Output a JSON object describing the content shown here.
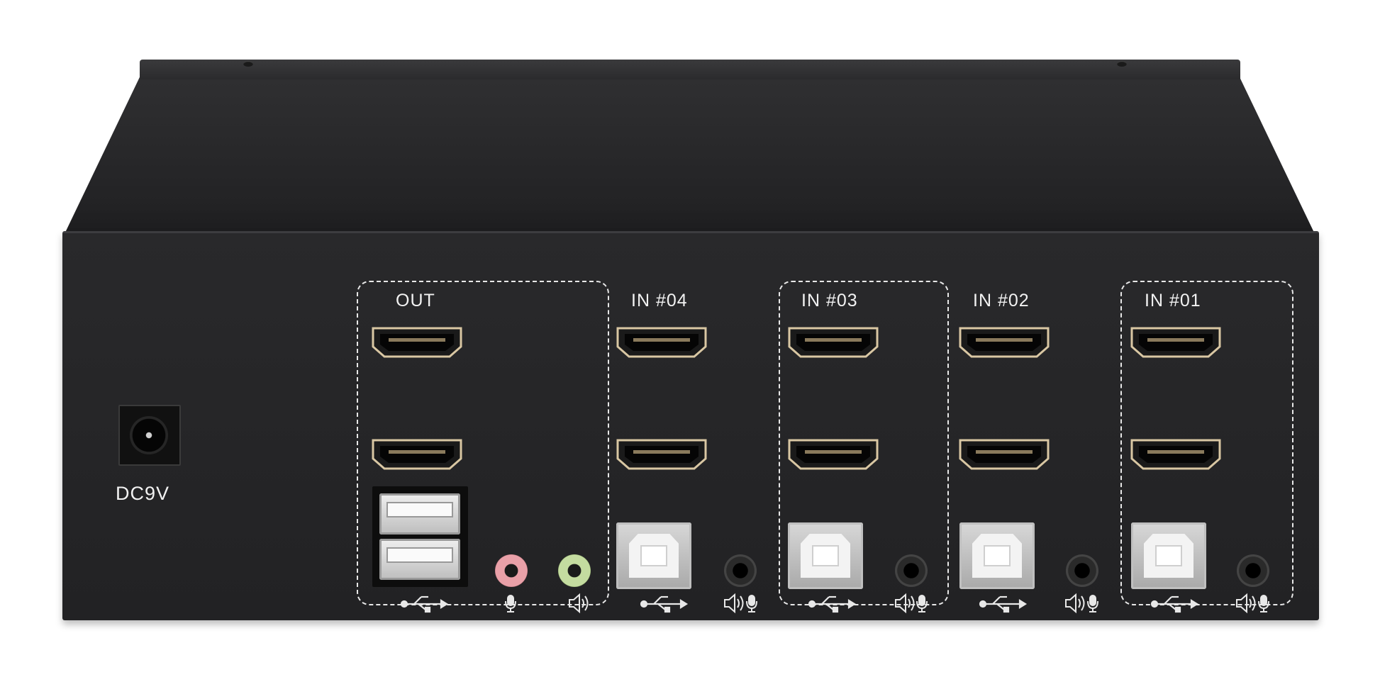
{
  "labels": {
    "power": "DC9V",
    "out": "OUT",
    "in4": "IN #04",
    "in3": "IN #03",
    "in2": "IN #02",
    "in1": "IN #01"
  },
  "icons": {
    "usb": "⭿",
    "mic": "🎤",
    "speaker": "🔊"
  },
  "colors": {
    "chassis": "#262628",
    "label": "#f2f2f2",
    "mic_jack": "#e9a0a8",
    "line_out_jack": "#c4dca0"
  }
}
